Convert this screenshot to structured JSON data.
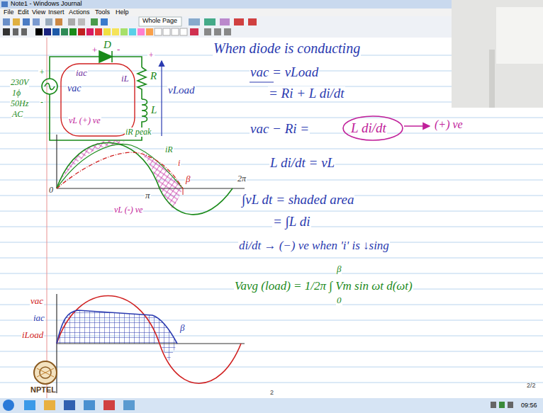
{
  "diagram": {
    "labels": [
      "Note1 - Windows Journal",
      "File",
      "Edit",
      "View",
      "Insert",
      "Actions",
      "Tools",
      "Help",
      "Whole Page",
      "D",
      "+",
      "-",
      "R",
      "L",
      "+",
      "iac",
      "iL",
      "vac",
      "+",
      "-",
      "230V",
      "1ϕ",
      "50Hz",
      "AC",
      "vLoad",
      "vL (+) ve",
      "iR peak",
      "iR",
      "i",
      "β",
      "π",
      "2π",
      "0",
      "vL (-) ve",
      "vac",
      "iac",
      "iLoad",
      "β",
      "When diode is conducting",
      "vac = vLoad",
      "= Ri + L di/dt",
      "vac − Ri =",
      "L di/dt",
      "(+) ve",
      "L di/dt = vL",
      "∫vL dt = shaded area",
      "= ∫L di",
      "di/dt → (−) ve when 'i' is ↓sing",
      "Vavg (load) = 1/2π ∫ Vm sin ωt d(ωt)",
      "β",
      "0",
      "NPTEL",
      "2",
      "2/2",
      "09:56"
    ]
  }
}
